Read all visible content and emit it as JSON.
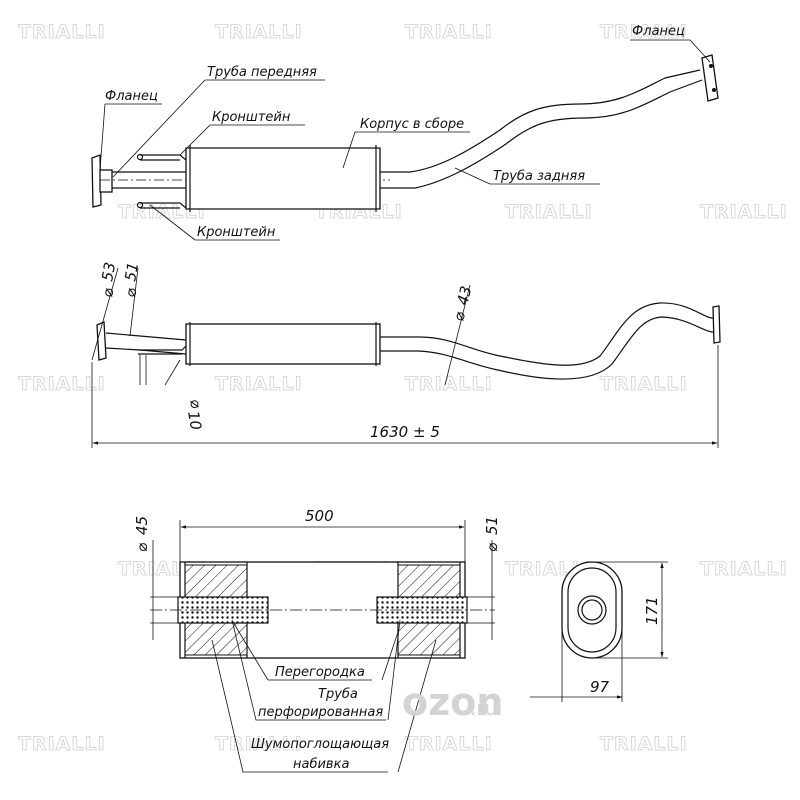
{
  "watermark": {
    "brand": "TRIALLI"
  },
  "labels": {
    "flange_right": "Фланец",
    "pipe_front": "Труба передняя",
    "flange_left": "Фланец",
    "bracket_top": "Кронштейн",
    "body_assembly": "Корпус в сборе",
    "pipe_rear": "Труба задняя",
    "bracket_bottom": "Кронштейн",
    "baffle": "Перегородка",
    "perforated_pipe_line1": "Труба",
    "perforated_pipe_line2": "перфорированная",
    "filling_line1": "Шумопоглощающая",
    "filling_line2": "набивка"
  },
  "dimensions": {
    "d53": "53",
    "d51_top": "51",
    "d43": "43",
    "d10": "10",
    "total_length": "1630",
    "total_tolerance": "± 5",
    "body_length": "500",
    "d45": "45",
    "d51_body": "51",
    "height_171": "171",
    "width_97": "97",
    "diameter_symbol": "⌀"
  },
  "logo": {
    "ozon": "ozon",
    "ru": ".ru"
  }
}
